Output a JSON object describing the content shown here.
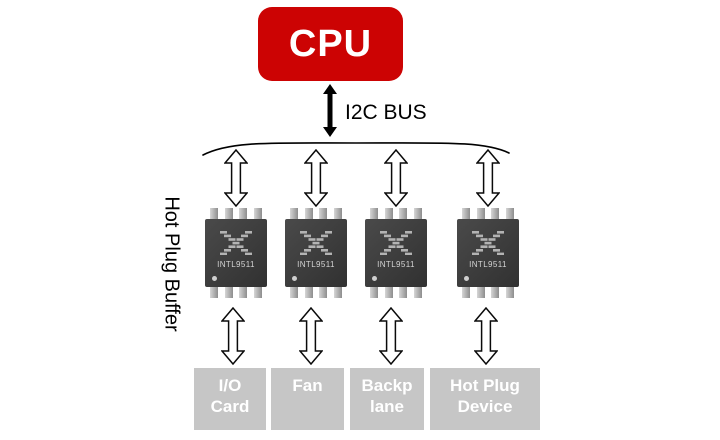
{
  "diagram": {
    "cpu": {
      "label": "CPU"
    },
    "bus": {
      "label": "I2C BUS"
    },
    "buffer_group_label": "Hot Plug Buffer",
    "chips": [
      {
        "part_number": "INTL9511"
      },
      {
        "part_number": "INTL9511"
      },
      {
        "part_number": "INTL9511"
      },
      {
        "part_number": "INTL9511"
      }
    ],
    "devices": [
      {
        "label": "I/O Card",
        "lines": [
          "I/O",
          "Card"
        ]
      },
      {
        "label": "Fan",
        "lines": [
          "Fan"
        ]
      },
      {
        "label": "Backplane",
        "lines": [
          "Backp",
          "lane"
        ]
      },
      {
        "label": "Hot Plug Device",
        "lines": [
          "Hot Plug",
          "Device"
        ]
      }
    ],
    "colors": {
      "cpu_fill": "#cc0303",
      "device_fill": "#c6c6c6",
      "chip_fill": "#3c3c3c",
      "text_on_fill": "#ffffff",
      "line_color": "#000000"
    }
  }
}
